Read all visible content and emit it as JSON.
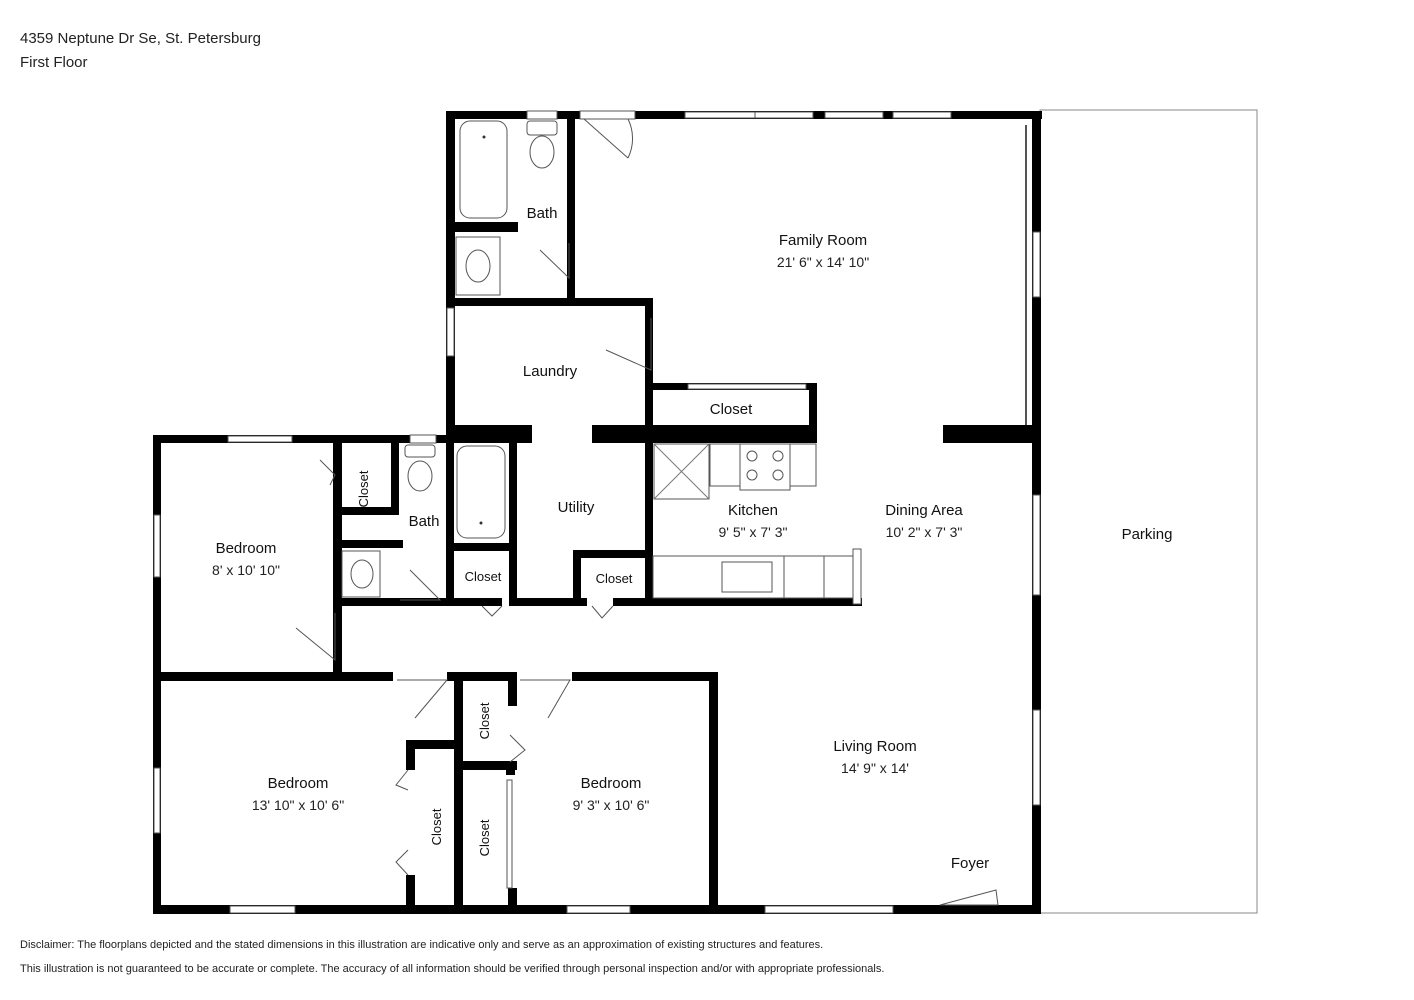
{
  "header": {
    "address": "4359 Neptune Dr Se, St. Petersburg",
    "floor": "First Floor"
  },
  "rooms": {
    "family_room": {
      "name": "Family Room",
      "dims": "21' 6\" x 14' 10\""
    },
    "bath_top": {
      "name": "Bath"
    },
    "laundry": {
      "name": "Laundry"
    },
    "closet_kitchen": {
      "name": "Closet"
    },
    "kitchen": {
      "name": "Kitchen",
      "dims": "9' 5\" x 7' 3\""
    },
    "dining_area": {
      "name": "Dining Area",
      "dims": "10' 2\" x 7' 3\""
    },
    "utility": {
      "name": "Utility"
    },
    "closet_hall_1": {
      "name": "Closet"
    },
    "closet_hall_2": {
      "name": "Closet"
    },
    "bath_mid": {
      "name": "Bath"
    },
    "closet_bed1": {
      "name": "Closet"
    },
    "bedroom_1": {
      "name": "Bedroom",
      "dims": "8' x 10' 10\""
    },
    "bedroom_2": {
      "name": "Bedroom",
      "dims": "13' 10\" x 10' 6\""
    },
    "closet_bed2": {
      "name": "Closet"
    },
    "closet_bed3_top": {
      "name": "Closet"
    },
    "closet_bed3_bottom": {
      "name": "Closet"
    },
    "bedroom_3": {
      "name": "Bedroom",
      "dims": "9' 3\" x 10' 6\""
    },
    "living_room": {
      "name": "Living Room",
      "dims": "14' 9\" x 14'"
    },
    "foyer": {
      "name": "Foyer"
    },
    "parking": {
      "name": "Parking"
    }
  },
  "disclaimer": {
    "line1": "Disclaimer: The floorplans depicted and the stated dimensions in this illustration are indicative only and serve as an approximation of existing structures and features.",
    "line2": "This illustration is not guaranteed to be accurate or complete. The accuracy of all information should be verified through personal inspection and/or with appropriate professionals."
  }
}
